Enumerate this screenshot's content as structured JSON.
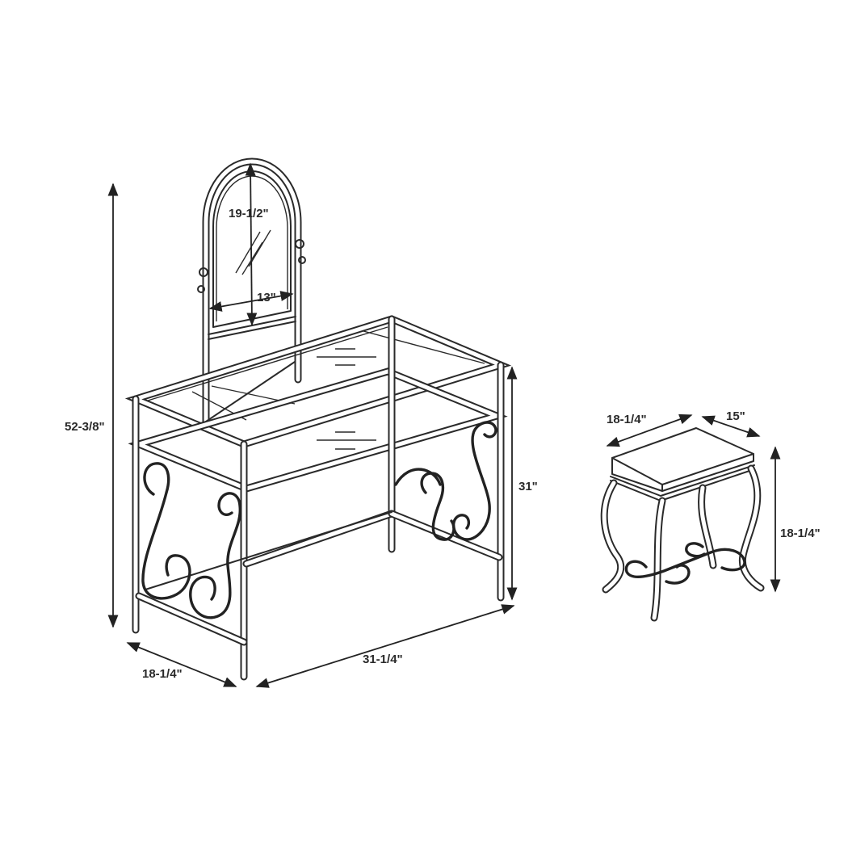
{
  "diagram": {
    "type": "product-dimension-drawing",
    "subject": "Vanity table with tilting mirror and upholstered stool",
    "colors": {
      "line": "#2a2a2a",
      "background": "#ffffff"
    }
  },
  "vanity": {
    "mirror": {
      "height_label": "19-1/2\"",
      "width_label": "13\""
    },
    "overall_height_label": "52-3/8\"",
    "table_height_label": "31\"",
    "depth_label": "18-1/4\"",
    "width_label": "31-1/4\""
  },
  "stool": {
    "width_label": "18-1/4\"",
    "depth_label": "15\"",
    "height_label": "18-1/4\""
  }
}
